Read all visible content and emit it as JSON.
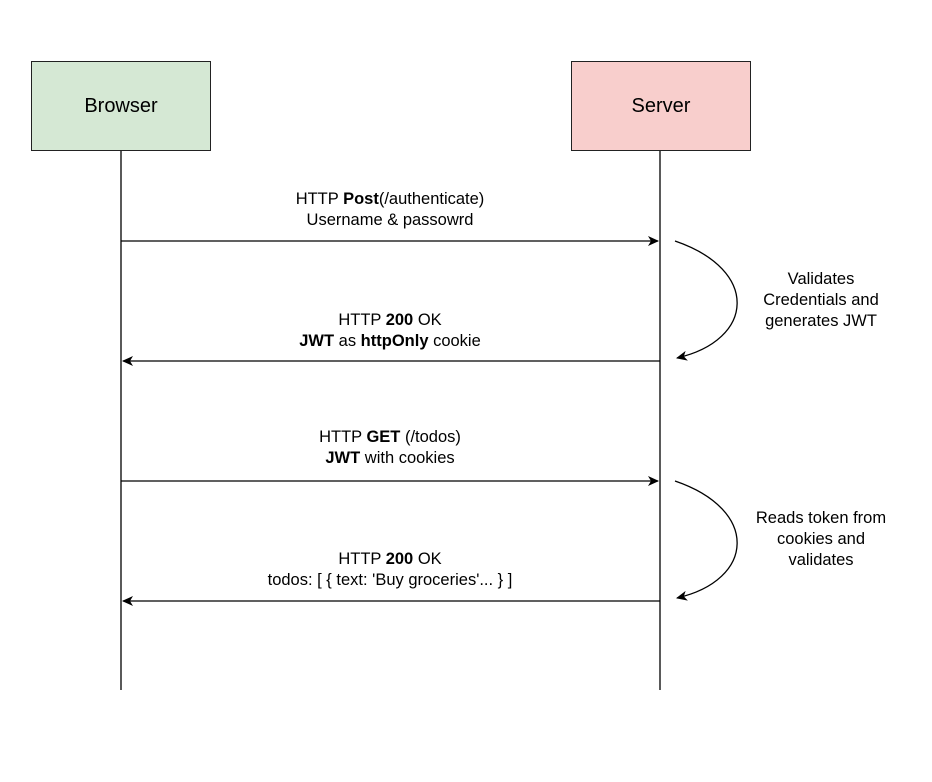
{
  "participants": {
    "browser": {
      "label": "Browser",
      "fill": "#d5e8d4"
    },
    "server": {
      "label": "Server",
      "fill": "#f8cecc"
    }
  },
  "messages": [
    {
      "direction": "browser-to-server",
      "line1": {
        "prefix": "HTTP ",
        "bold": "Post",
        "suffix": "(/authenticate)"
      },
      "line2": {
        "prefix": "Username & passowrd",
        "bold": "",
        "mid": "",
        "bold2": "",
        "suffix": ""
      }
    },
    {
      "direction": "server-to-browser",
      "line1": {
        "prefix": "HTTP ",
        "bold": "200",
        "suffix": " OK"
      },
      "line2": {
        "prefix": "",
        "bold": "JWT",
        "mid": " as ",
        "bold2": "httpOnly",
        "suffix": " cookie"
      }
    },
    {
      "direction": "browser-to-server",
      "line1": {
        "prefix": "HTTP ",
        "bold": "GET",
        "suffix": " (/todos)"
      },
      "line2": {
        "prefix": "",
        "bold": "JWT",
        "mid": " with cookies",
        "bold2": "",
        "suffix": ""
      }
    },
    {
      "direction": "server-to-browser",
      "line1": {
        "prefix": "HTTP ",
        "bold": "200",
        "suffix": " OK"
      },
      "line2": {
        "prefix": "todos: [ { text: 'Buy groceries'... } ]",
        "bold": "",
        "mid": "",
        "bold2": "",
        "suffix": ""
      }
    }
  ],
  "notes": [
    {
      "lines": [
        "Validates",
        "Credentials and",
        "generates JWT"
      ]
    },
    {
      "lines": [
        "Reads token from",
        "cookies and",
        "validates"
      ]
    }
  ],
  "colors": {
    "line": "#000000",
    "box_border": "#222222"
  }
}
